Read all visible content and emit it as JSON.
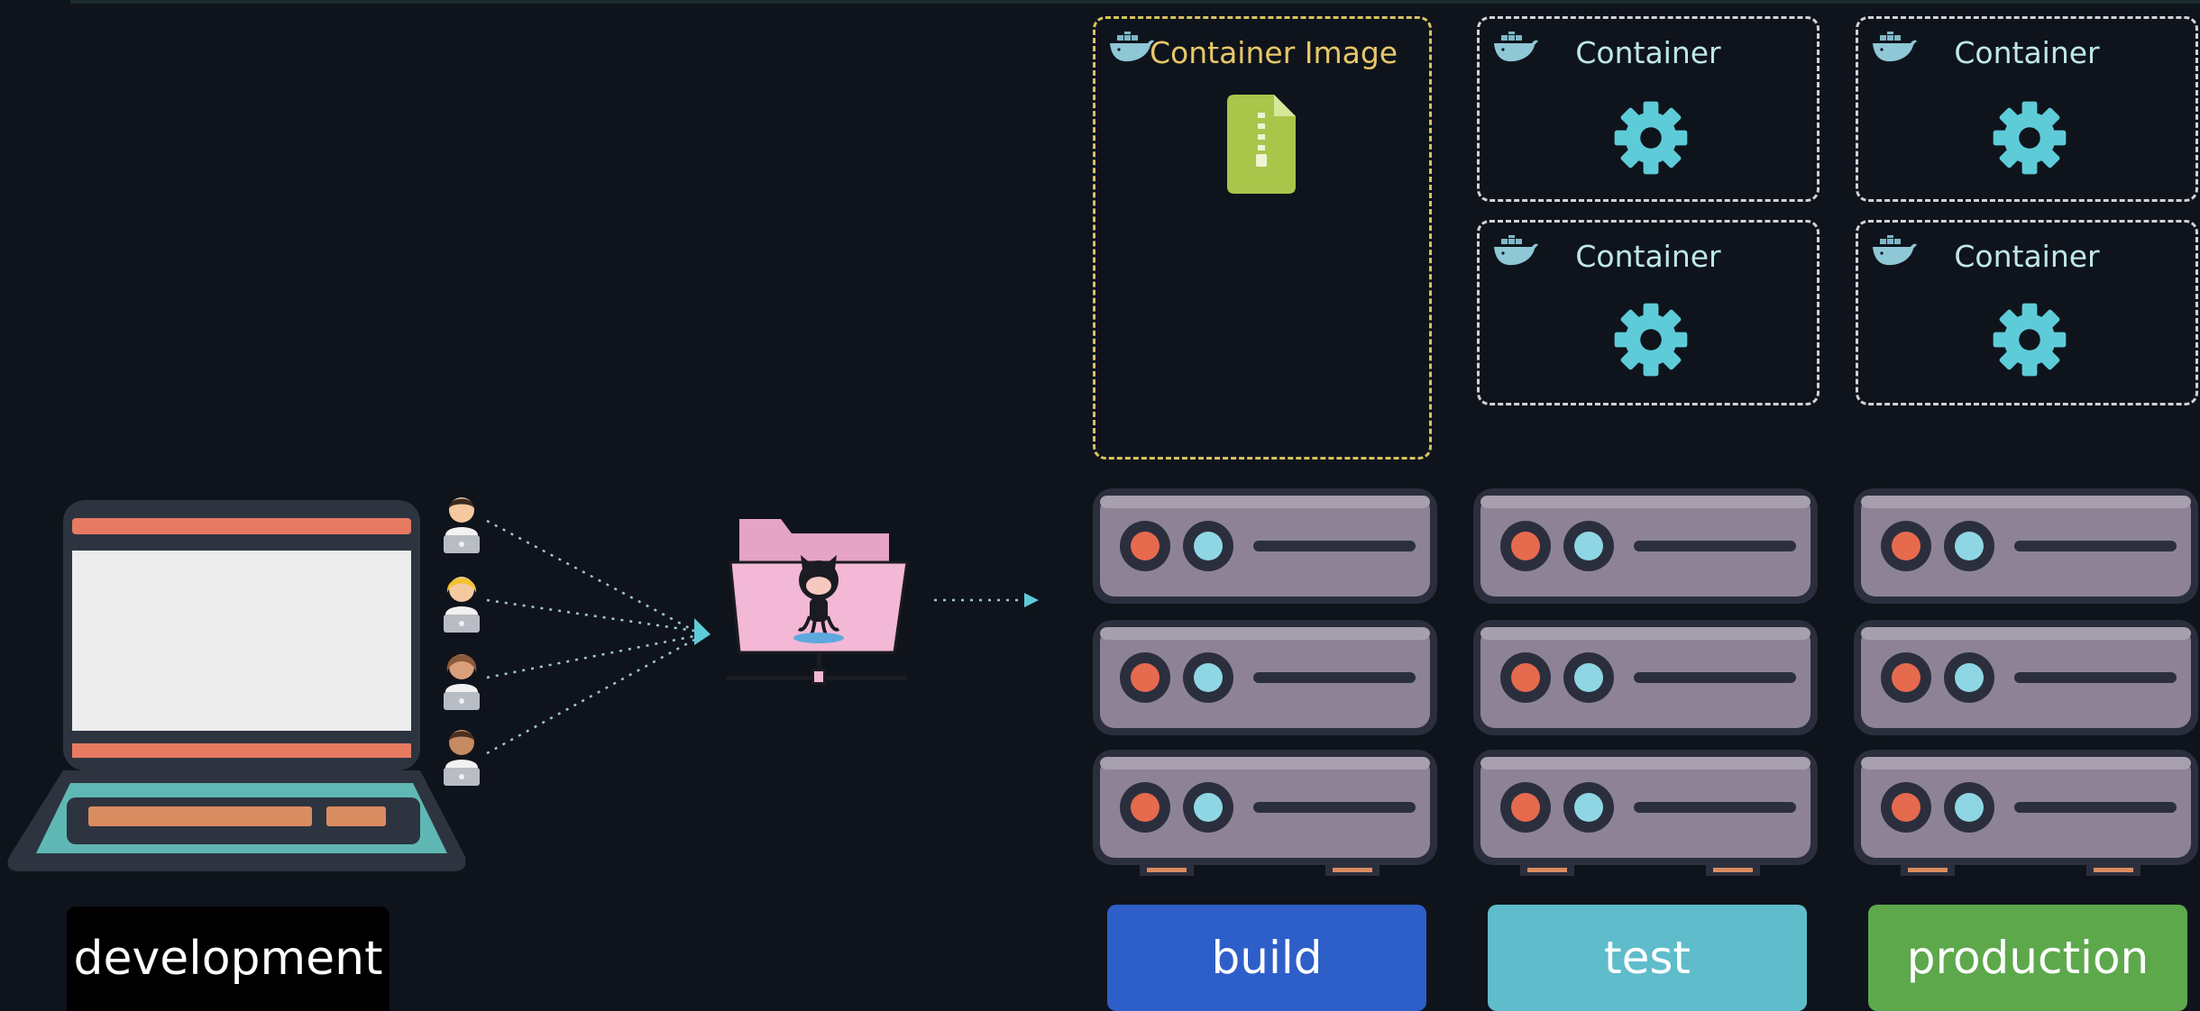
{
  "diagram": {
    "container_image": {
      "title": "Container Image"
    },
    "containers": [
      {
        "title": "Container",
        "environment": "test"
      },
      {
        "title": "Container",
        "environment": "production"
      },
      {
        "title": "Container",
        "environment": "test"
      },
      {
        "title": "Container",
        "environment": "production"
      }
    ],
    "environments": [
      {
        "label": "build",
        "color": "#2e5fc9"
      },
      {
        "label": "test",
        "color": "#5fbccb"
      },
      {
        "label": "production",
        "color": "#5ea84c"
      }
    ],
    "development_label": "development",
    "icons": {
      "developer": "developer-icon",
      "repository": "github-folder-icon",
      "container": "docker-whale-icon",
      "process": "gear-icon",
      "image": "zip-file-icon",
      "server": "server-rack-icon"
    },
    "colors": {
      "background": "#0f141c",
      "accent_cyan": "#5ecbd8",
      "image_border": "#d9c25f",
      "server_body": "#8e8396"
    }
  }
}
